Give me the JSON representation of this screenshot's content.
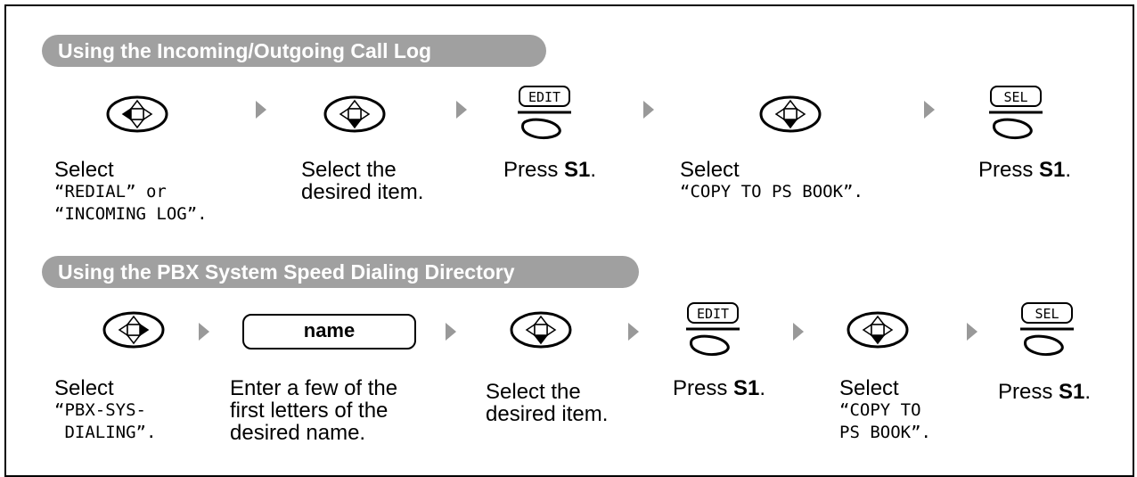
{
  "sections": [
    {
      "title": "Using the Incoming/Outgoing Call Log",
      "steps": [
        {
          "icon": "navigator-key-left-icon",
          "lines": [
            "Select"
          ],
          "mono": [
            "“REDIAL” or",
            "“INCOMING LOG”."
          ]
        },
        {
          "icon": "navigator-key-down-icon",
          "lines": [
            "Select the",
            "desired item."
          ]
        },
        {
          "icon": "soft-key-edit-icon",
          "key_label": "EDIT",
          "press": "Press",
          "key": "S1",
          "end": "."
        },
        {
          "icon": "navigator-key-down-icon",
          "lines": [
            "Select"
          ],
          "mono": [
            "“COPY TO PS BOOK”."
          ]
        },
        {
          "icon": "soft-key-sel-icon",
          "key_label": "SEL",
          "press": "Press",
          "key": "S1",
          "end": "."
        }
      ]
    },
    {
      "title": "Using the PBX System Speed Dialing Directory",
      "steps": [
        {
          "icon": "navigator-key-right-icon",
          "lines": [
            "Select"
          ],
          "mono": [
            "“PBX-SYS-",
            " DIALING”."
          ]
        },
        {
          "icon": "name-field",
          "field_label": "name",
          "lines": [
            "Enter a few of the",
            "first letters of the",
            "desired name."
          ]
        },
        {
          "icon": "navigator-key-down-icon",
          "lines": [
            "Select the",
            "desired item."
          ]
        },
        {
          "icon": "soft-key-edit-icon",
          "key_label": "EDIT",
          "press": "Press",
          "key": "S1",
          "end": "."
        },
        {
          "icon": "navigator-key-down-icon",
          "lines": [
            "Select"
          ],
          "mono": [
            "“COPY TO",
            "PS BOOK”."
          ]
        },
        {
          "icon": "soft-key-sel-icon",
          "key_label": "SEL",
          "press": "Press",
          "key": "S1",
          "end": "."
        }
      ]
    }
  ]
}
